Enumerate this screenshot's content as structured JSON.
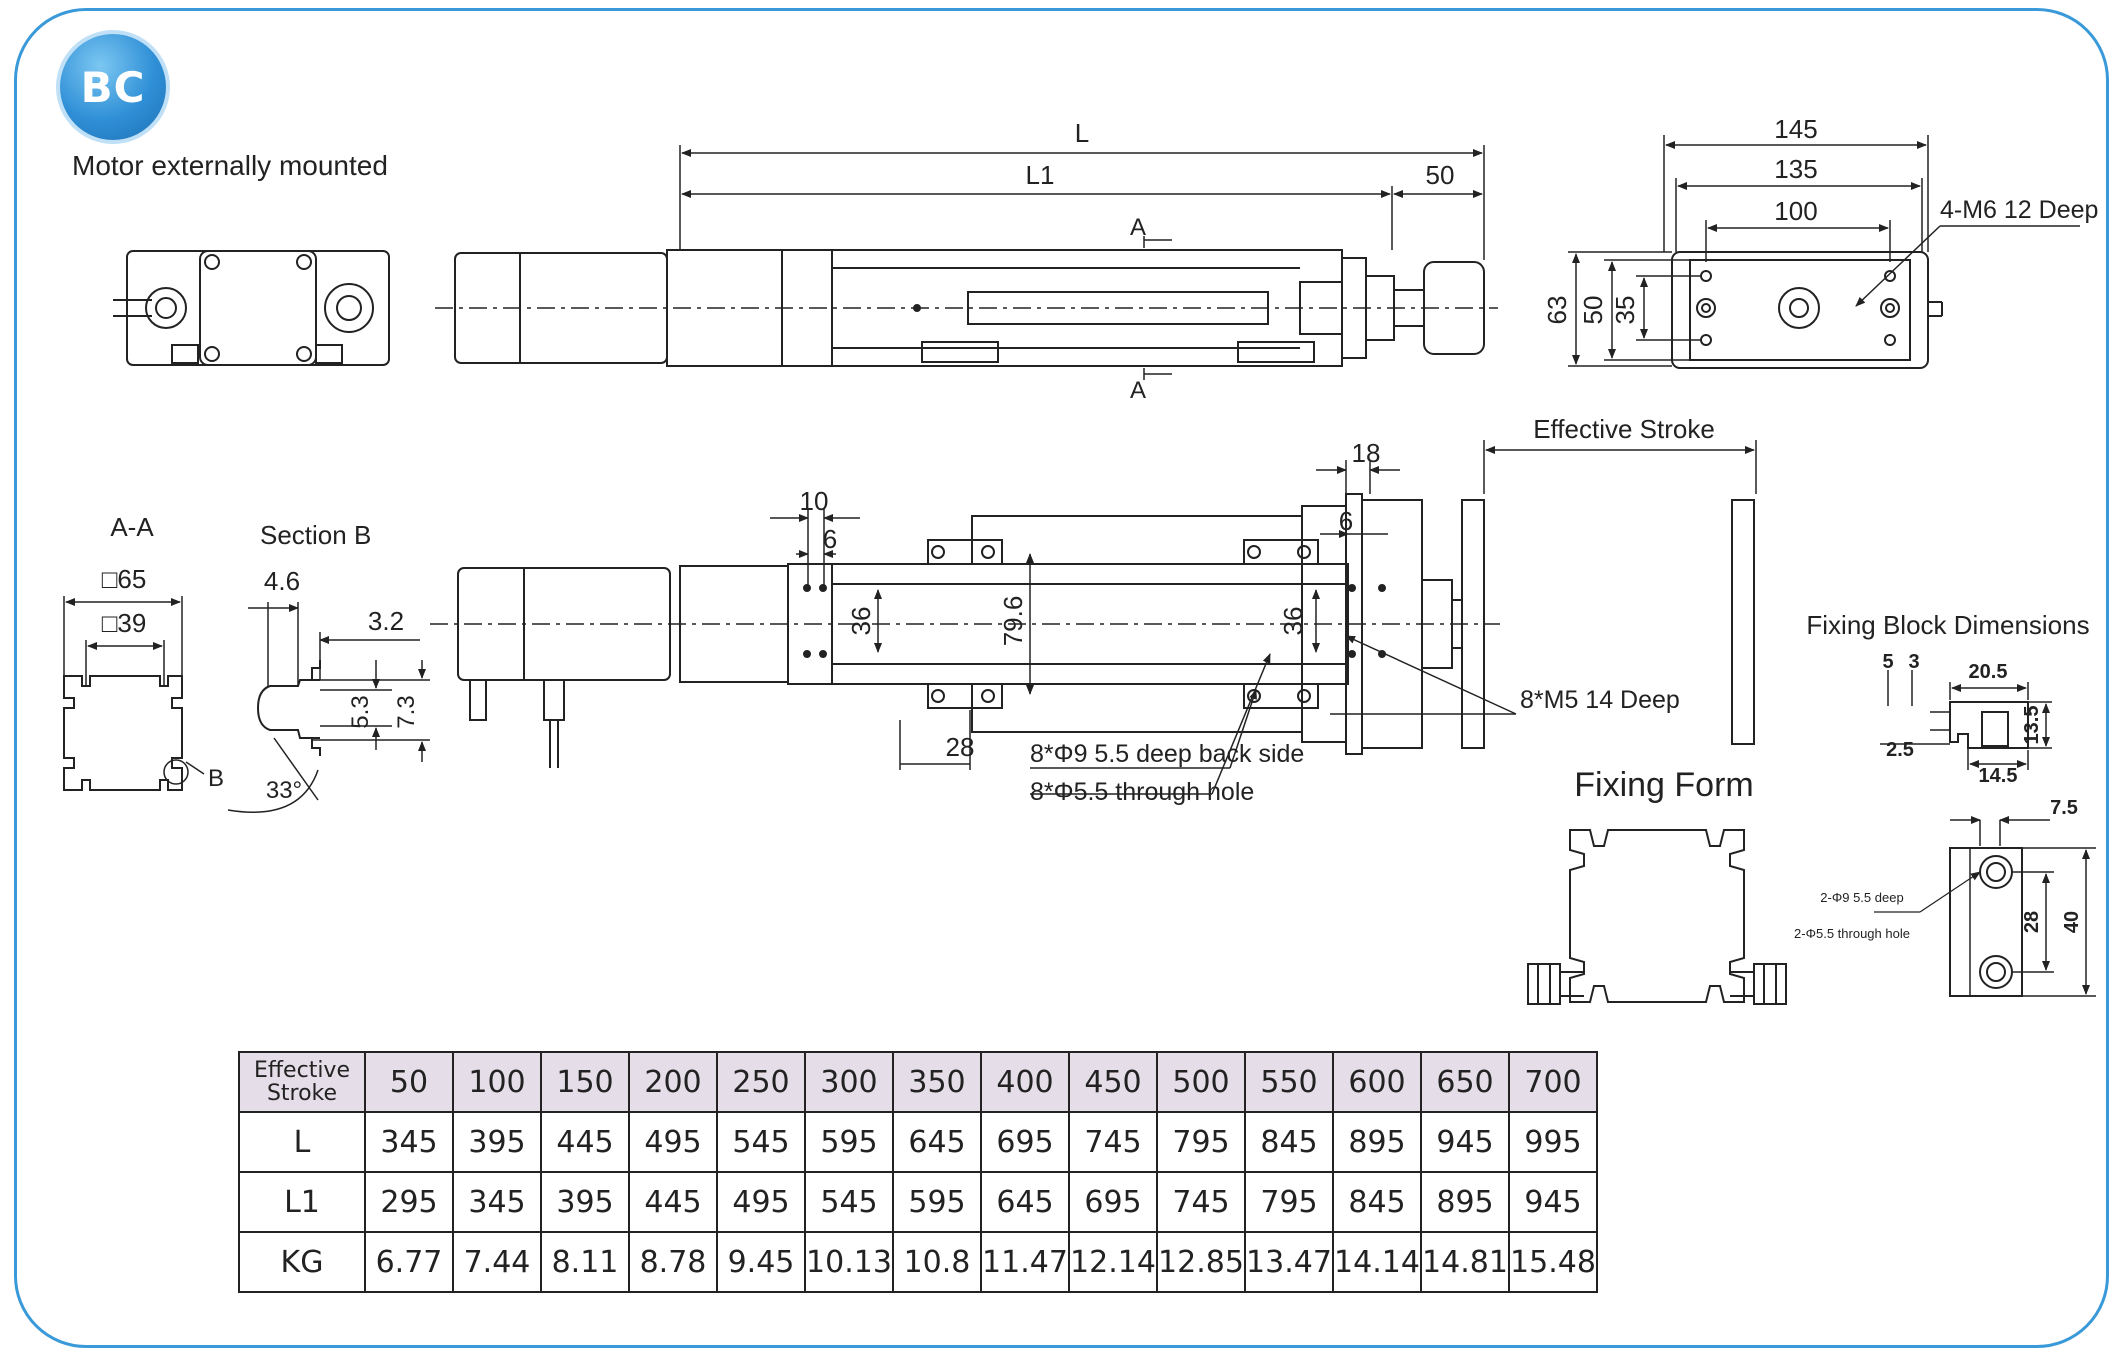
{
  "badge": {
    "label": "BC",
    "color": "#2f8fd6"
  },
  "subtitle": "Motor externally mounted",
  "dims_top": {
    "L": "L",
    "L1": "L1",
    "d50": "50",
    "section_a": "A"
  },
  "dims_end": {
    "d145": "145",
    "d135": "135",
    "d100": "100",
    "d63": "63",
    "d50": "50",
    "d35": "35",
    "thread": "4-M6  12 Deep"
  },
  "section_aa": {
    "title": "A-A",
    "sq65": "□65",
    "sq39": "□39",
    "b_mark": "B"
  },
  "section_b": {
    "title": "Section B",
    "d46": "4.6",
    "d32": "3.2",
    "d53": "5.3",
    "d73": "7.3",
    "angle": "33°"
  },
  "dims_mid": {
    "effective_stroke": "Effective Stroke",
    "d18": "18",
    "d10": "10",
    "d6a": "6",
    "d6b": "6",
    "d36a": "36",
    "d796": "79.6",
    "d36b": "36",
    "d28": "28",
    "hole1": "8*Φ9 5.5 deep  back side",
    "hole2": "8*Φ5.5 through hole",
    "m5": "8*M5  14 Deep"
  },
  "fixing_form": {
    "title": "Fixing Form"
  },
  "fixing_block": {
    "title": "Fixing Block Dimensions",
    "d5": "5",
    "d3": "3",
    "d205": "20.5",
    "d135": "13.5",
    "d25": "2.5",
    "d145": "14.5",
    "d75": "7.5",
    "d28": "28",
    "d40": "40",
    "note1": "2-Φ9  5.5 deep",
    "note2": "2-Φ5.5 through hole"
  },
  "table": {
    "row_header": "Effective Stroke",
    "columns": [
      "50",
      "100",
      "150",
      "200",
      "250",
      "300",
      "350",
      "400",
      "450",
      "500",
      "550",
      "600",
      "650",
      "700"
    ],
    "rows": [
      {
        "label": "L",
        "values": [
          "345",
          "395",
          "445",
          "495",
          "545",
          "595",
          "645",
          "695",
          "745",
          "795",
          "845",
          "895",
          "945",
          "995"
        ]
      },
      {
        "label": "L1",
        "values": [
          "295",
          "345",
          "395",
          "445",
          "495",
          "545",
          "595",
          "645",
          "695",
          "745",
          "795",
          "845",
          "895",
          "945"
        ]
      },
      {
        "label": "KG",
        "values": [
          "6.77",
          "7.44",
          "8.11",
          "8.78",
          "9.45",
          "10.13",
          "10.8",
          "11.47",
          "12.14",
          "12.85",
          "13.47",
          "14.14",
          "14.81",
          "15.48"
        ]
      }
    ]
  }
}
